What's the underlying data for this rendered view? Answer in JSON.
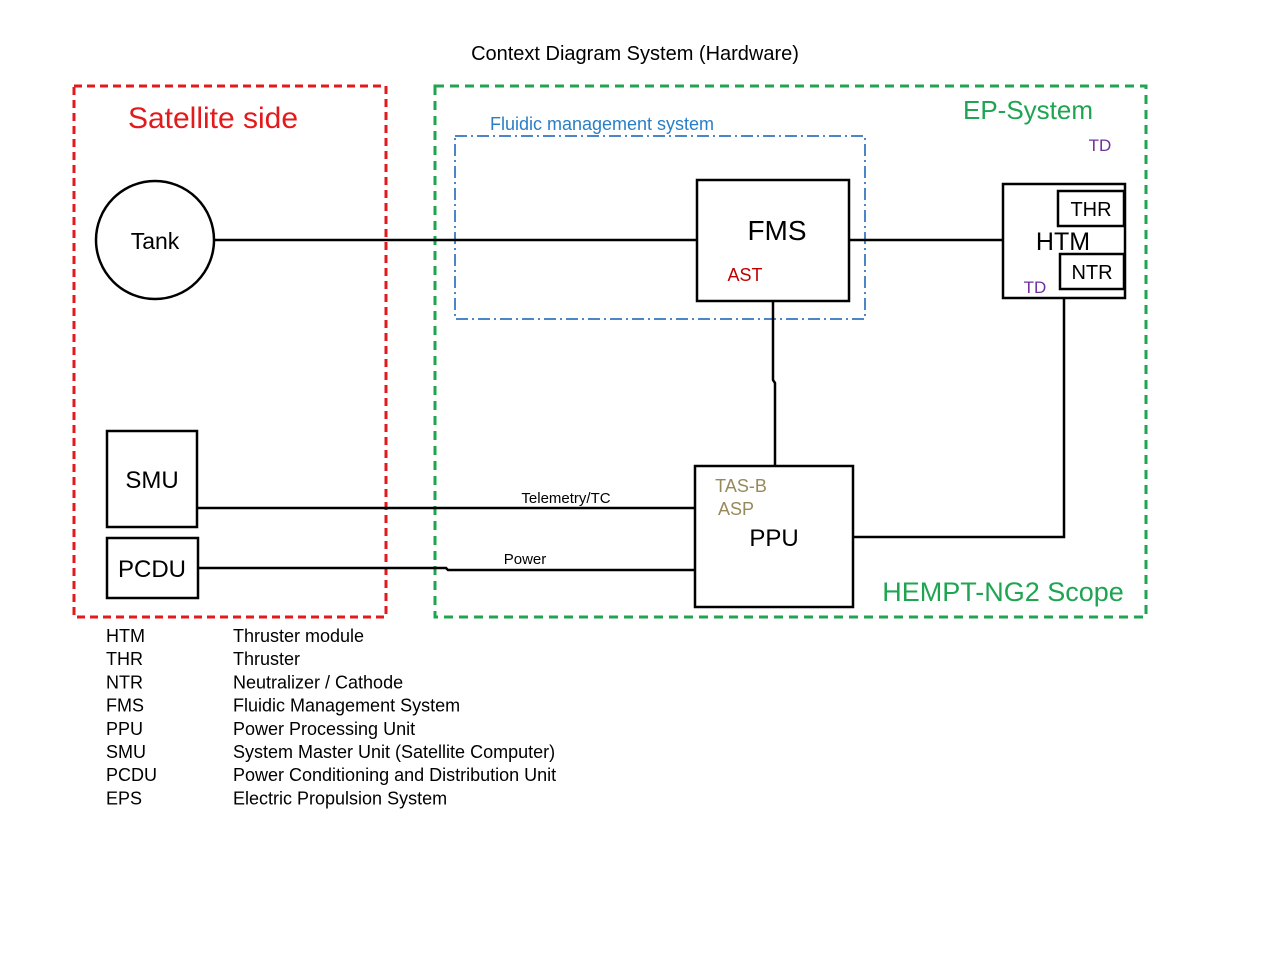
{
  "title": "Context Diagram System (Hardware)",
  "colors": {
    "satellite": "#e31a1c",
    "ep_system": "#1fa552",
    "fluidic": "#4a86c8",
    "ast": "#c00000",
    "td": "#7030a0",
    "tas": "#968a5a"
  },
  "regions": {
    "satellite_label": "Satellite side",
    "ep_system_label": "EP-System",
    "fluidic_label": "Fluidic management system",
    "scope_label": "HEMPT-NG2 Scope"
  },
  "nodes": {
    "tank": "Tank",
    "fms": "FMS",
    "ast": "AST",
    "htm": "HTM",
    "thr": "THR",
    "ntr": "NTR",
    "td_top": "TD",
    "td_bottom": "TD",
    "smu": "SMU",
    "pcdu": "PCDU",
    "ppu": "PPU",
    "tas_b": "TAS-B",
    "asp": "ASP"
  },
  "links": {
    "telemetry": "Telemetry/TC",
    "power": "Power"
  },
  "legend": [
    {
      "abbr": "HTM",
      "desc": "Thruster module"
    },
    {
      "abbr": "THR",
      "desc": "Thruster"
    },
    {
      "abbr": "NTR",
      "desc": "Neutralizer / Cathode"
    },
    {
      "abbr": "FMS",
      "desc": "Fluidic Management System"
    },
    {
      "abbr": "PPU",
      "desc": "Power Processing Unit"
    },
    {
      "abbr": "SMU",
      "desc": "System Master Unit (Satellite Computer)"
    },
    {
      "abbr": "PCDU",
      "desc": "Power Conditioning and Distribution Unit"
    },
    {
      "abbr": "EPS",
      "desc": "Electric Propulsion System"
    }
  ]
}
